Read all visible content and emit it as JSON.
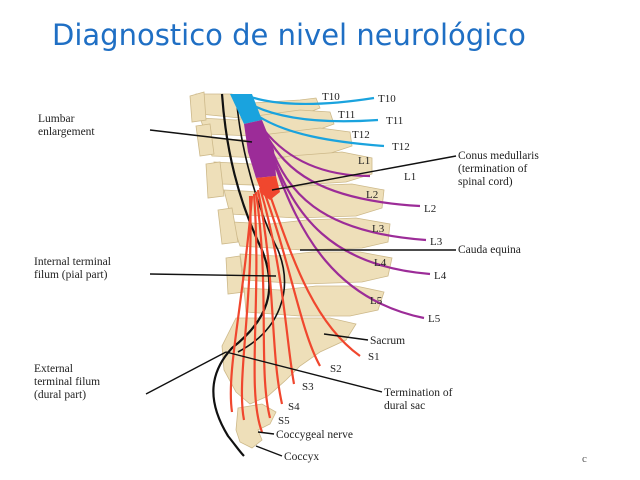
{
  "title": "Diagnostico de nivel neurológico",
  "colors": {
    "title": "#1f6fc4",
    "thoracic_nerves": "#1aa3de",
    "lumbar_nerves": "#9c2c98",
    "sacral_nerves": "#f0472e",
    "bone": "#eedfb9"
  },
  "labels": {
    "lumbar_enlargement": [
      "Lumbar",
      "enlargement"
    ],
    "conus_medullaris": [
      "Conus medullaris",
      "(termination of",
      "spinal cord)"
    ],
    "cauda_equina": "Cauda equina",
    "internal_terminal_filum": [
      "Internal terminal",
      "filum (pial part)"
    ],
    "external_terminal_filum": [
      "External",
      "terminal filum",
      "(dural part)"
    ],
    "sacrum": "Sacrum",
    "termination_dural_sac": [
      "Termination of",
      "dural sac"
    ],
    "coccygeal_nerve": "Coccygeal nerve",
    "coccyx": "Coccyx"
  },
  "vertebra_labels": [
    "T10",
    "T11",
    "T12",
    "L1",
    "L2",
    "L3",
    "L4",
    "L5"
  ],
  "nerve_labels": [
    "T10",
    "T11",
    "T12",
    "L1",
    "L2",
    "L3",
    "L4",
    "L5",
    "S1",
    "S2",
    "S3",
    "S4",
    "S5"
  ],
  "corner_mark": "c"
}
